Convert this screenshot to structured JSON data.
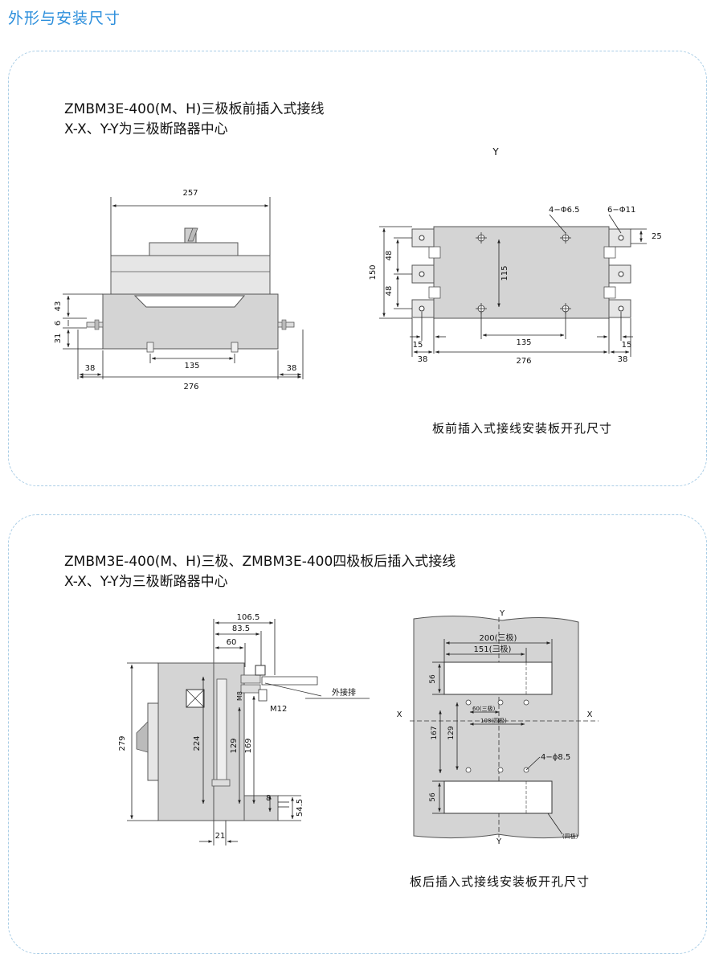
{
  "page_title": "外形与安装尺寸",
  "section1": {
    "heading_line1": "ZMBM3E-400(M、H)三极板前插入式接线",
    "heading_line2": "X-X、Y-Y为三极断路器中心",
    "caption": "板前插入式接线安装板开孔尺寸",
    "breaker_dims": {
      "top_width": "257",
      "h43": "43",
      "h6": "6",
      "h31": "31",
      "left38": "38",
      "mid135": "135",
      "right38": "38",
      "total276": "276"
    },
    "panel_dims": {
      "axis_y": "Y",
      "holes_a": "4−Φ6.5",
      "holes_b": "6−Φ11",
      "h25": "25",
      "h150": "150",
      "h48a": "48",
      "h48b": "48",
      "h115": "115",
      "w135": "135",
      "w15l": "15",
      "w15r": "15",
      "w38l": "38",
      "w276": "276",
      "w38r": "38"
    }
  },
  "section2": {
    "heading_line1": "ZMBM3E-400(M、H)三极、ZMBM3E-400四极板后插入式接线",
    "heading_line2": "X-X、Y-Y为三极断路器中心",
    "caption": "板后插入式接线安装板开孔尺寸",
    "side_dims": {
      "d1065": "106.5",
      "d835": "83.5",
      "d60": "60",
      "busbar": "外接排",
      "m8": "M8",
      "m12": "M12",
      "h279": "279",
      "h224": "224",
      "h129": "129",
      "h169": "169",
      "h8": "8",
      "h545": "54.5",
      "w21": "21"
    },
    "cutout_dims": {
      "axis_y_top": "Y",
      "axis_y_bottom": "Y",
      "axis_x_left": "X",
      "axis_x_right": "X",
      "w200": "200(三极)",
      "w151": "151(三极)",
      "h56a": "56",
      "w60": "60(三极)",
      "h167": "167",
      "h129": "129",
      "w108": "108(四极)",
      "holes": "4−ϕ8.5",
      "h56b": "56",
      "four_pole": "(四极)"
    }
  }
}
